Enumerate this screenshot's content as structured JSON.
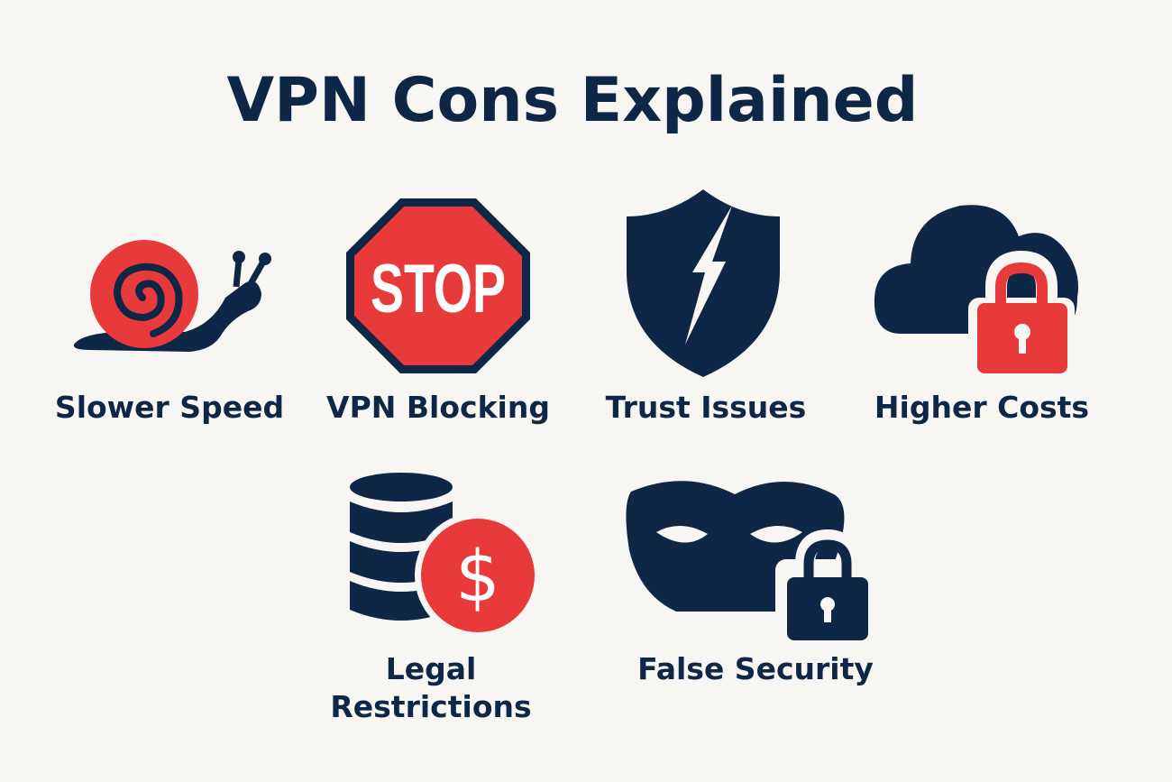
{
  "title": "VPN Cons Explained",
  "colors": {
    "navy": "#0f2747",
    "red": "#e83a3a",
    "background": "#f7f6f3"
  },
  "items": [
    {
      "label": "Slower Speed",
      "icon": "snail-icon"
    },
    {
      "label": "VPN Blocking",
      "icon": "stop-sign-icon",
      "icon_text": "STOP"
    },
    {
      "label": "Trust Issues",
      "icon": "broken-shield-icon"
    },
    {
      "label": "Higher Costs",
      "icon": "cloud-lock-icon"
    },
    {
      "label_line1": "Legal",
      "label_line2": "Restrictions",
      "icon": "database-dollar-icon",
      "icon_text": "$"
    },
    {
      "label": "False Security",
      "icon": "mask-lock-icon"
    }
  ]
}
